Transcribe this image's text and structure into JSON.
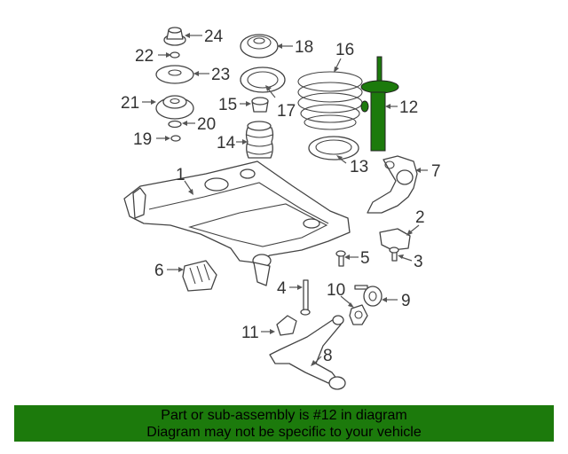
{
  "diagram": {
    "callouts": {
      "c1": "1",
      "c2": "2",
      "c3": "3",
      "c4": "4",
      "c5": "5",
      "c6": "6",
      "c7": "7",
      "c8": "8",
      "c9": "9",
      "c10": "10",
      "c11": "11",
      "c12": "12",
      "c13": "13",
      "c14": "14",
      "c15": "15",
      "c16": "16",
      "c17": "17",
      "c18": "18",
      "c19": "19",
      "c20": "20",
      "c21": "21",
      "c22": "22",
      "c23": "23",
      "c24": "24"
    },
    "highlight_color": "#1c7a0c"
  },
  "banner": {
    "line1": "Part or sub-assembly is #12 in diagram",
    "line2": "Diagram may not be specific to your vehicle"
  }
}
